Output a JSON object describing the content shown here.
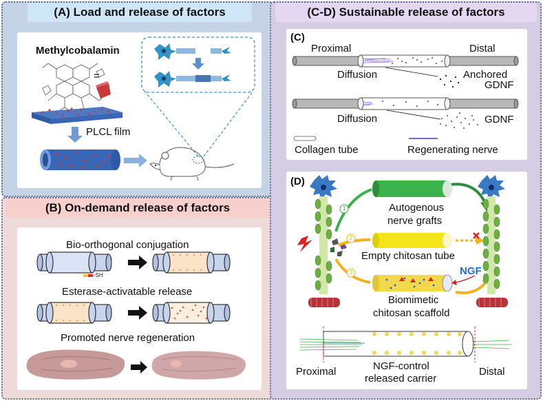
{
  "panels": {
    "a": {
      "title": "(A)  Load and release of factors",
      "drug_label": "Methylcobalamin",
      "equals_sign": "=",
      "film_label": "PLCL film"
    },
    "b": {
      "title": "(B)  On-demand release of factors",
      "step1": "Bio-orthogonal conjugation",
      "thiol_label": "-SH",
      "step2": "Esterase-activatable release",
      "step3": "Promoted nerve regeneration"
    },
    "cd": {
      "title": "(C-D)  Sustainable release of factors"
    },
    "c": {
      "tag": "(C)",
      "proximal": "Proximal",
      "distal": "Distal",
      "diffusion_top": "Diffusion",
      "anchored_line1": "Anchored",
      "anchored_line2": "GDNF",
      "diffusion_bottom": "Diffusion",
      "gdnf": "GDNF",
      "legend_tube": "Collagen tube",
      "legend_nerve": "Regenerating nerve"
    },
    "d": {
      "tag": "(D)",
      "route1_num": "1",
      "route1_line1": "Autogenous",
      "route1_line2": "nerve grafts",
      "route2_num": "2",
      "route2_label": "Empty chitosan tube",
      "route3_num": "3",
      "route3_line1": "Biomimetic",
      "route3_line2": "chitosan scaffold",
      "ngf": "NGF",
      "proximal": "Proximal",
      "carrier_line1": "NGF-control",
      "carrier_line2": "released carrier",
      "distal": "Distal"
    }
  },
  "colors": {
    "panel_a_bg": "#c5d3e6",
    "panel_a_header": "#cfe6f7",
    "panel_b_bg": "#efdada",
    "panel_b_header": "#f7cfcc",
    "panel_cd_bg": "#d5cde3",
    "panel_cd_header": "#e3d7f2",
    "autograft_green": "#3cb24a",
    "empty_tube_yellow": "#f4e418",
    "scaffold_yellow": "#f2d84a",
    "arrow_orange": "#f3b21b",
    "ngf_blue": "#1d6fcf"
  }
}
